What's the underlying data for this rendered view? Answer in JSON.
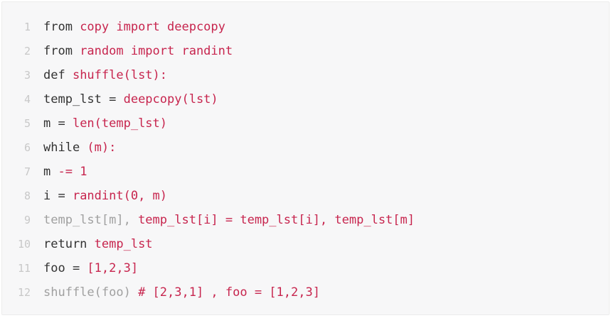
{
  "colors": {
    "background": "#f7f7f8",
    "line_number": "#c8c8c8",
    "plain": "#333333",
    "accent": "#c7254e",
    "muted": "#a0a0a0"
  },
  "code": {
    "lines": [
      {
        "number": "1",
        "tokens": [
          {
            "text": "from ",
            "style": "plain"
          },
          {
            "text": "copy import deepcopy",
            "style": "accent"
          }
        ]
      },
      {
        "number": "2",
        "tokens": [
          {
            "text": "from ",
            "style": "plain"
          },
          {
            "text": "random import randint",
            "style": "accent"
          }
        ]
      },
      {
        "number": "3",
        "tokens": [
          {
            "text": "def ",
            "style": "plain"
          },
          {
            "text": "shuffle(lst):",
            "style": "accent"
          }
        ]
      },
      {
        "number": "4",
        "tokens": [
          {
            "text": "temp_lst = ",
            "style": "plain"
          },
          {
            "text": "deepcopy(lst)",
            "style": "accent"
          }
        ]
      },
      {
        "number": "5",
        "tokens": [
          {
            "text": "m = ",
            "style": "plain"
          },
          {
            "text": "len(temp_lst)",
            "style": "accent"
          }
        ]
      },
      {
        "number": "6",
        "tokens": [
          {
            "text": "while ",
            "style": "plain"
          },
          {
            "text": "(m):",
            "style": "accent"
          }
        ]
      },
      {
        "number": "7",
        "tokens": [
          {
            "text": "m ",
            "style": "plain"
          },
          {
            "text": "-= 1",
            "style": "accent"
          }
        ]
      },
      {
        "number": "8",
        "tokens": [
          {
            "text": "i = ",
            "style": "plain"
          },
          {
            "text": "randint(0, m)",
            "style": "accent"
          }
        ]
      },
      {
        "number": "9",
        "tokens": [
          {
            "text": "temp_lst[m], ",
            "style": "muted"
          },
          {
            "text": "temp_lst[i] = temp_lst[i], temp_lst[m]",
            "style": "accent"
          }
        ]
      },
      {
        "number": "10",
        "tokens": [
          {
            "text": "return ",
            "style": "plain"
          },
          {
            "text": "temp_lst",
            "style": "accent"
          }
        ]
      },
      {
        "number": "11",
        "tokens": [
          {
            "text": "foo = ",
            "style": "plain"
          },
          {
            "text": "[1,2,3]",
            "style": "accent"
          }
        ]
      },
      {
        "number": "12",
        "tokens": [
          {
            "text": "shuffle(foo) ",
            "style": "muted"
          },
          {
            "text": "# [2,3,1] , foo = [1,2,3]",
            "style": "accent"
          }
        ]
      }
    ]
  }
}
